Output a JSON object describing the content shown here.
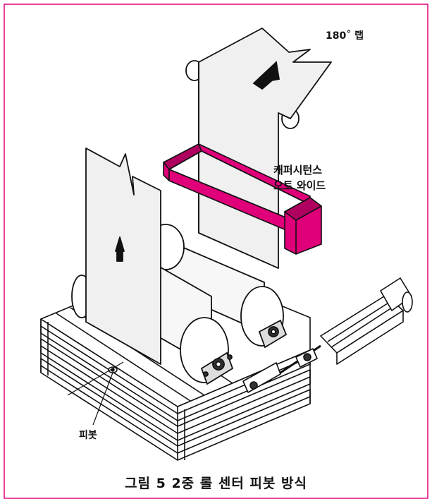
{
  "labels": {
    "lap": "180˚ 랩",
    "sensor_line1": "캐퍼시턴스",
    "sensor_line2": "오토 와이드",
    "pivot": "피봇"
  },
  "caption": "그림 5  2중 롤 센터 피봇 방식",
  "colors": {
    "border": "#e0007a",
    "sensor": "#e0007a",
    "sensor_dark": "#b0005f",
    "web": "#f0f0f0",
    "line": "#111111"
  }
}
